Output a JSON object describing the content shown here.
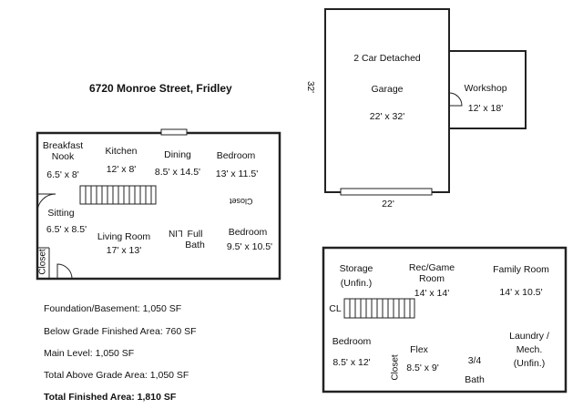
{
  "address": "6720 Monroe Street, Fridley",
  "garage": {
    "title": "2 Car Detached",
    "subtitle": "Garage",
    "size": "22' x 32'",
    "dim_side": "32'",
    "dim_bottom": "22'",
    "workshop_label": "Workshop",
    "workshop_size": "12' x 18'"
  },
  "main_level": {
    "breakfast_nook": {
      "name": "Breakfast\nNook",
      "size": "6.5' x 8'"
    },
    "kitchen": {
      "name": "Kitchen",
      "size": "12' x 8'"
    },
    "dining": {
      "name": "Dining",
      "size": "8.5' x 14.5'"
    },
    "bedroom1": {
      "name": "Bedroom",
      "size": "13' x 11.5'"
    },
    "closet_upper": "Closet",
    "sitting": {
      "name": "Sitting",
      "size": "6.5' x 8.5'"
    },
    "living_room": {
      "name": "Living Room",
      "size": "17' x 13'"
    },
    "lin": "LIN",
    "full_bath": {
      "name": "Full\nBath"
    },
    "bedroom2": {
      "name": "Bedroom",
      "size": "9.5' x 10.5'"
    },
    "closet_side": "Closet"
  },
  "lower_level": {
    "storage": {
      "name": "Storage",
      "size": "(Unfin.)"
    },
    "rec_room": {
      "name": "Rec/Game\nRoom",
      "size": "14' x 14'"
    },
    "family_room": {
      "name": "Family Room",
      "size": "14' x 10.5'"
    },
    "cl": "CL",
    "bedroom": {
      "name": "Bedroom",
      "size": "8.5' x 12'"
    },
    "closet": "Closet",
    "flex": {
      "name": "Flex",
      "size": "8.5' x 9'"
    },
    "bath": {
      "name": "3/4\nBath"
    },
    "laundry": {
      "name": "Laundry /\nMech.\n(Unfin.)"
    }
  },
  "summary": [
    "Foundation/Basement: 1,050 SF",
    "Below Grade Finished Area: 760 SF",
    "Main Level: 1,050 SF",
    "Total Above Grade Area: 1,050 SF"
  ],
  "total": "Total Finished Area: 1,810 SF"
}
